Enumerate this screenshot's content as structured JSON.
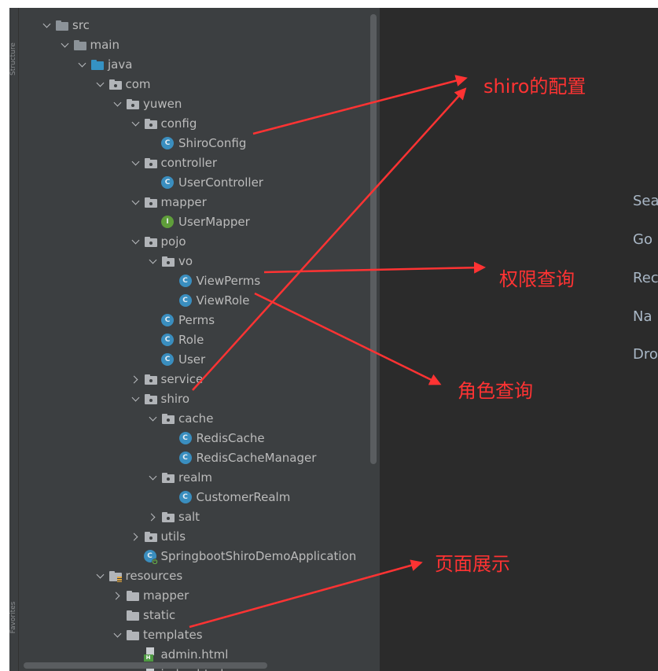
{
  "tree": {
    "items": [
      {
        "label": "src",
        "icon": "folder-icon",
        "arrow": "down"
      },
      {
        "label": "main",
        "icon": "folder-icon",
        "arrow": "down"
      },
      {
        "label": "java",
        "icon": "source-folder-icon",
        "arrow": "down"
      },
      {
        "label": "com",
        "icon": "package-icon",
        "arrow": "down"
      },
      {
        "label": "yuwen",
        "icon": "package-icon",
        "arrow": "down"
      },
      {
        "label": "config",
        "icon": "package-icon",
        "arrow": "down"
      },
      {
        "label": "ShiroConfig",
        "icon": "class-icon",
        "glyph": "C"
      },
      {
        "label": "controller",
        "icon": "package-icon",
        "arrow": "down"
      },
      {
        "label": "UserController",
        "icon": "class-icon",
        "glyph": "C"
      },
      {
        "label": "mapper",
        "icon": "package-icon",
        "arrow": "down"
      },
      {
        "label": "UserMapper",
        "icon": "interface-icon",
        "glyph": "I"
      },
      {
        "label": "pojo",
        "icon": "package-icon",
        "arrow": "down"
      },
      {
        "label": "vo",
        "icon": "package-icon",
        "arrow": "down"
      },
      {
        "label": "ViewPerms",
        "icon": "class-icon",
        "glyph": "C"
      },
      {
        "label": "ViewRole",
        "icon": "class-icon",
        "glyph": "C"
      },
      {
        "label": "Perms",
        "icon": "class-icon",
        "glyph": "C"
      },
      {
        "label": "Role",
        "icon": "class-icon",
        "glyph": "C"
      },
      {
        "label": "User",
        "icon": "class-icon",
        "glyph": "C"
      },
      {
        "label": "service",
        "icon": "package-icon",
        "arrow": "right"
      },
      {
        "label": "shiro",
        "icon": "package-icon",
        "arrow": "down"
      },
      {
        "label": "cache",
        "icon": "package-icon",
        "arrow": "down"
      },
      {
        "label": "RedisCache",
        "icon": "class-icon",
        "glyph": "C"
      },
      {
        "label": "RedisCacheManager",
        "icon": "class-icon",
        "glyph": "C"
      },
      {
        "label": "realm",
        "icon": "package-icon",
        "arrow": "down"
      },
      {
        "label": "CustomerRealm",
        "icon": "class-icon",
        "glyph": "C"
      },
      {
        "label": "salt",
        "icon": "package-icon",
        "arrow": "right"
      },
      {
        "label": "utils",
        "icon": "package-icon",
        "arrow": "right"
      },
      {
        "label": "SpringbootShiroDemoApplication",
        "icon": "spring-boot-class-icon",
        "glyph": "C"
      },
      {
        "label": "resources",
        "icon": "resources-folder-icon",
        "arrow": "down"
      },
      {
        "label": "mapper",
        "icon": "folder-icon",
        "arrow": "right"
      },
      {
        "label": "static",
        "icon": "folder-icon"
      },
      {
        "label": "templates",
        "icon": "folder-icon",
        "arrow": "down"
      },
      {
        "label": "admin.html",
        "icon": "html-file-icon",
        "glyph": "H"
      },
      {
        "label": "index.html",
        "icon": "html-file-icon",
        "glyph": "H"
      }
    ]
  },
  "side_tabs": {
    "structure": "Structure",
    "favorites": "Favorites"
  },
  "editor_hints": [
    "Sea",
    "Go",
    "Rec",
    "Na",
    "Dro"
  ],
  "annotations": {
    "shiro_config": "shiro的配置",
    "perms_query": "权限查询",
    "role_query": "角色查询",
    "page_display": "页面展示"
  },
  "colors": {
    "annotation": "#ff3333",
    "tree_background": "#3c3f41",
    "editor_background": "#2b2b2b",
    "text": "#bbbbbb",
    "class_icon": "#3a8ebf",
    "interface_icon": "#5f9e3a"
  }
}
